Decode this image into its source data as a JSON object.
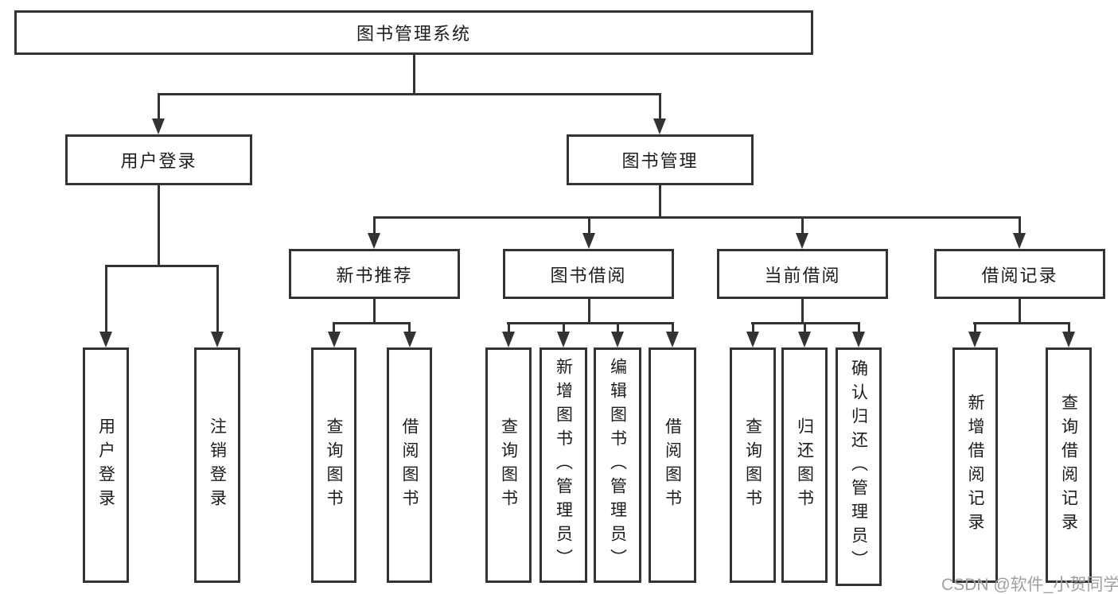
{
  "diagram": {
    "title": "图书管理系统",
    "tree": {
      "root": "图书管理系统",
      "user_login": {
        "label": "用户登录",
        "children": [
          "用户登录",
          "注销登录"
        ]
      },
      "book_mgmt": {
        "label": "图书管理",
        "sections": [
          {
            "label": "新书推荐",
            "children": [
              "查询图书",
              "借阅图书"
            ]
          },
          {
            "label": "图书借阅",
            "children": [
              "查询图书",
              "新增图书（管理员）",
              "编辑图书（管理员）",
              "借阅图书"
            ]
          },
          {
            "label": "当前借阅",
            "children": [
              "查询图书",
              "归还图书",
              "确认归还（管理员）"
            ]
          },
          {
            "label": "借阅记录",
            "children": [
              "新增借阅记录",
              "查询借阅记录"
            ]
          }
        ]
      }
    },
    "watermark": "CSDN @软件_小贺同学",
    "colors": {
      "line": "#333333",
      "text": "#1c1c1c",
      "watermark": "#9fa0a3",
      "background": "#ffffff"
    }
  }
}
